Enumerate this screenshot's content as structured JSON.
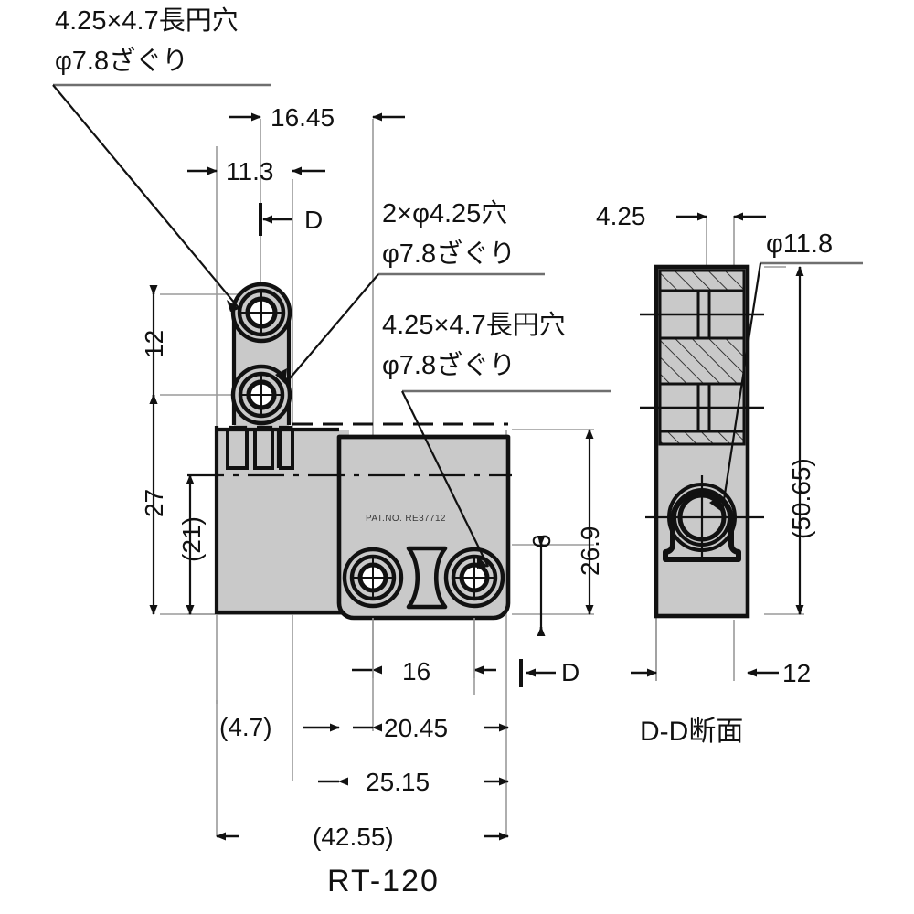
{
  "drawing": {
    "part_number": "RT-120",
    "section_label": "D-D断面",
    "patent_text": "PAT.NO. RE37712",
    "colors": {
      "body_fill": "#c9c9c9",
      "outline": "#111111",
      "thin_line": "#6f6f6f",
      "extension_line": "#9a9a9a",
      "background": "#ffffff"
    }
  },
  "notes": {
    "top_left": {
      "line1": "4.25×4.7長円穴",
      "line2": "φ7.8ざぐり"
    },
    "middle_upper": {
      "line1": "2×φ4.25穴",
      "line2": "φ7.8ざぐり"
    },
    "middle_lower": {
      "line1": "4.25×4.7長円穴",
      "line2": "φ7.8ざぐり"
    }
  },
  "dimensions": {
    "front_view": {
      "top_16_45": "16.45",
      "top_11_3": "11.3",
      "top_D": "D",
      "left_12": "12",
      "left_27": "27",
      "left_21": "(21)",
      "right_6": "6",
      "right_26_9": "26.9",
      "bottom_D": "D",
      "bottom_16": "16",
      "bottom_4_7": "(4.7)",
      "bottom_20_45": "20.45",
      "bottom_25_15": "25.15",
      "bottom_42_55": "(42.55)"
    },
    "section_view": {
      "top_4_25": "4.25",
      "phi_11_8": "φ11.8",
      "right_50_65": "(50.65)",
      "bottom_12": "12"
    }
  }
}
